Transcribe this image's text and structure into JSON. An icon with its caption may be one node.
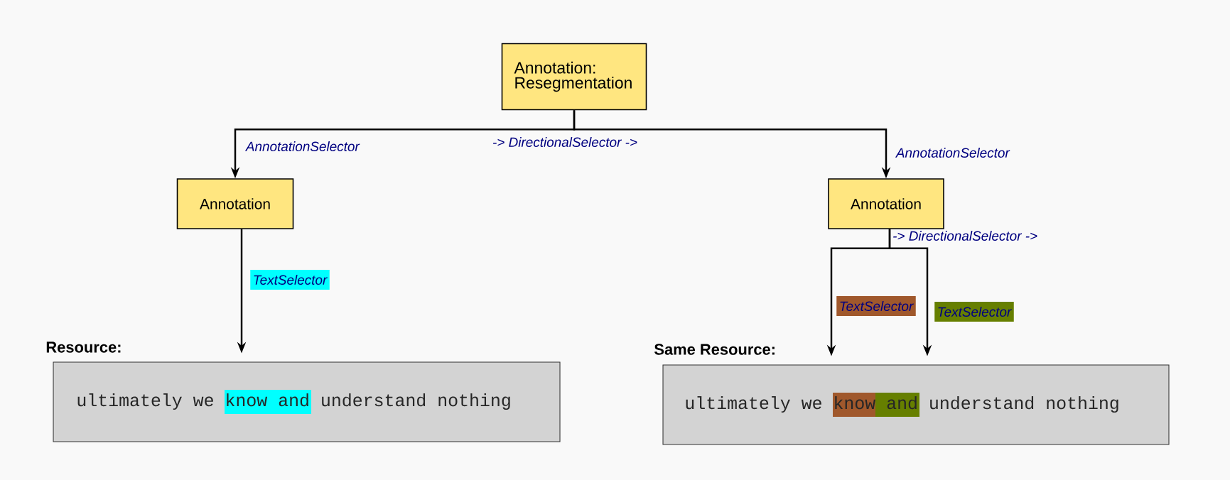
{
  "diagram": {
    "nodes": [
      {
        "text": [
          "Annotation: Resegmentation"
        ]
      },
      {
        "text": [
          "Annotation"
        ]
      },
      {
        "text": [
          "Annotation"
        ]
      },
      {
        "text": [
          "Resource:",
          "ultimately we know and understand nothing"
        ]
      },
      {
        "text": [
          "Same Resource:",
          "ultimately we know and understand nothing"
        ]
      }
    ],
    "edges": [
      {
        "from": 0,
        "to": 1,
        "arrow": "to",
        "label": "AnnotationSelector"
      },
      {
        "from": 0,
        "to": 2,
        "arrow": "to",
        "label": "AnnotationSelector"
      },
      {
        "from": 1,
        "to": 3,
        "arrow": "to",
        "label": "TextSelector"
      },
      {
        "from": 2,
        "to": 4,
        "arrow": "to",
        "label": "TextSelector"
      },
      {
        "from": 2,
        "to": 4,
        "arrow": "to",
        "label": "TextSelector"
      }
    ],
    "labels": [
      "-> DirectionalSelector ->",
      "-> DirectionalSelector ->"
    ]
  }
}
